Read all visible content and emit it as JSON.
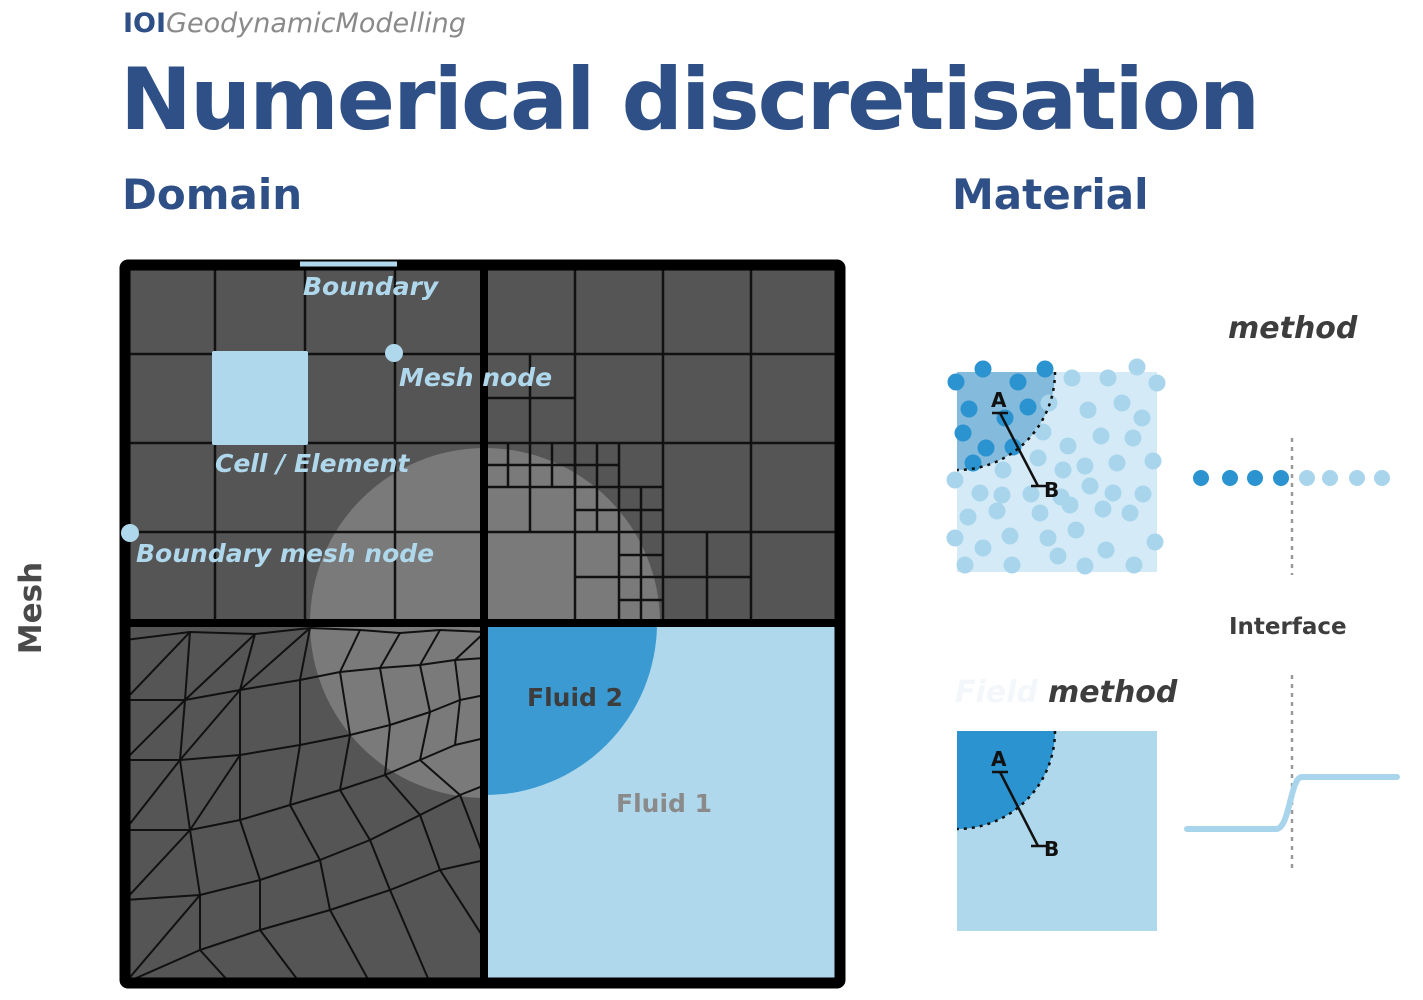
{
  "header": {
    "brand_prefix": "IOI",
    "brand_name": "GeodynamicModelling",
    "title": "Numerical discretisation"
  },
  "sections": {
    "domain": "Domain",
    "material": "Material",
    "row_mesh": "Mesh"
  },
  "domain_labels": {
    "boundary": "Boundary",
    "mesh_node": "Mesh node",
    "cell_element": "Cell / Element",
    "boundary_mesh_node": "Boundary mesh node",
    "fluid_2": "Fluid 2",
    "fluid_1": "Fluid 1"
  },
  "material_labels": {
    "particle_method": "method",
    "interface": "Interface",
    "field_method_faded": "Field",
    "field_method": "method",
    "point_a": "A",
    "point_b": "B"
  },
  "colors": {
    "brand_blue": "#2e5087",
    "mesh_dark": "#555555",
    "mesh_mid": "#7a7a7a",
    "light_blue": "#b0d8ec",
    "fluid_blue": "#3a9ad1",
    "particle_dark": "#2b93cf",
    "particle_light": "#a9d5ec"
  }
}
